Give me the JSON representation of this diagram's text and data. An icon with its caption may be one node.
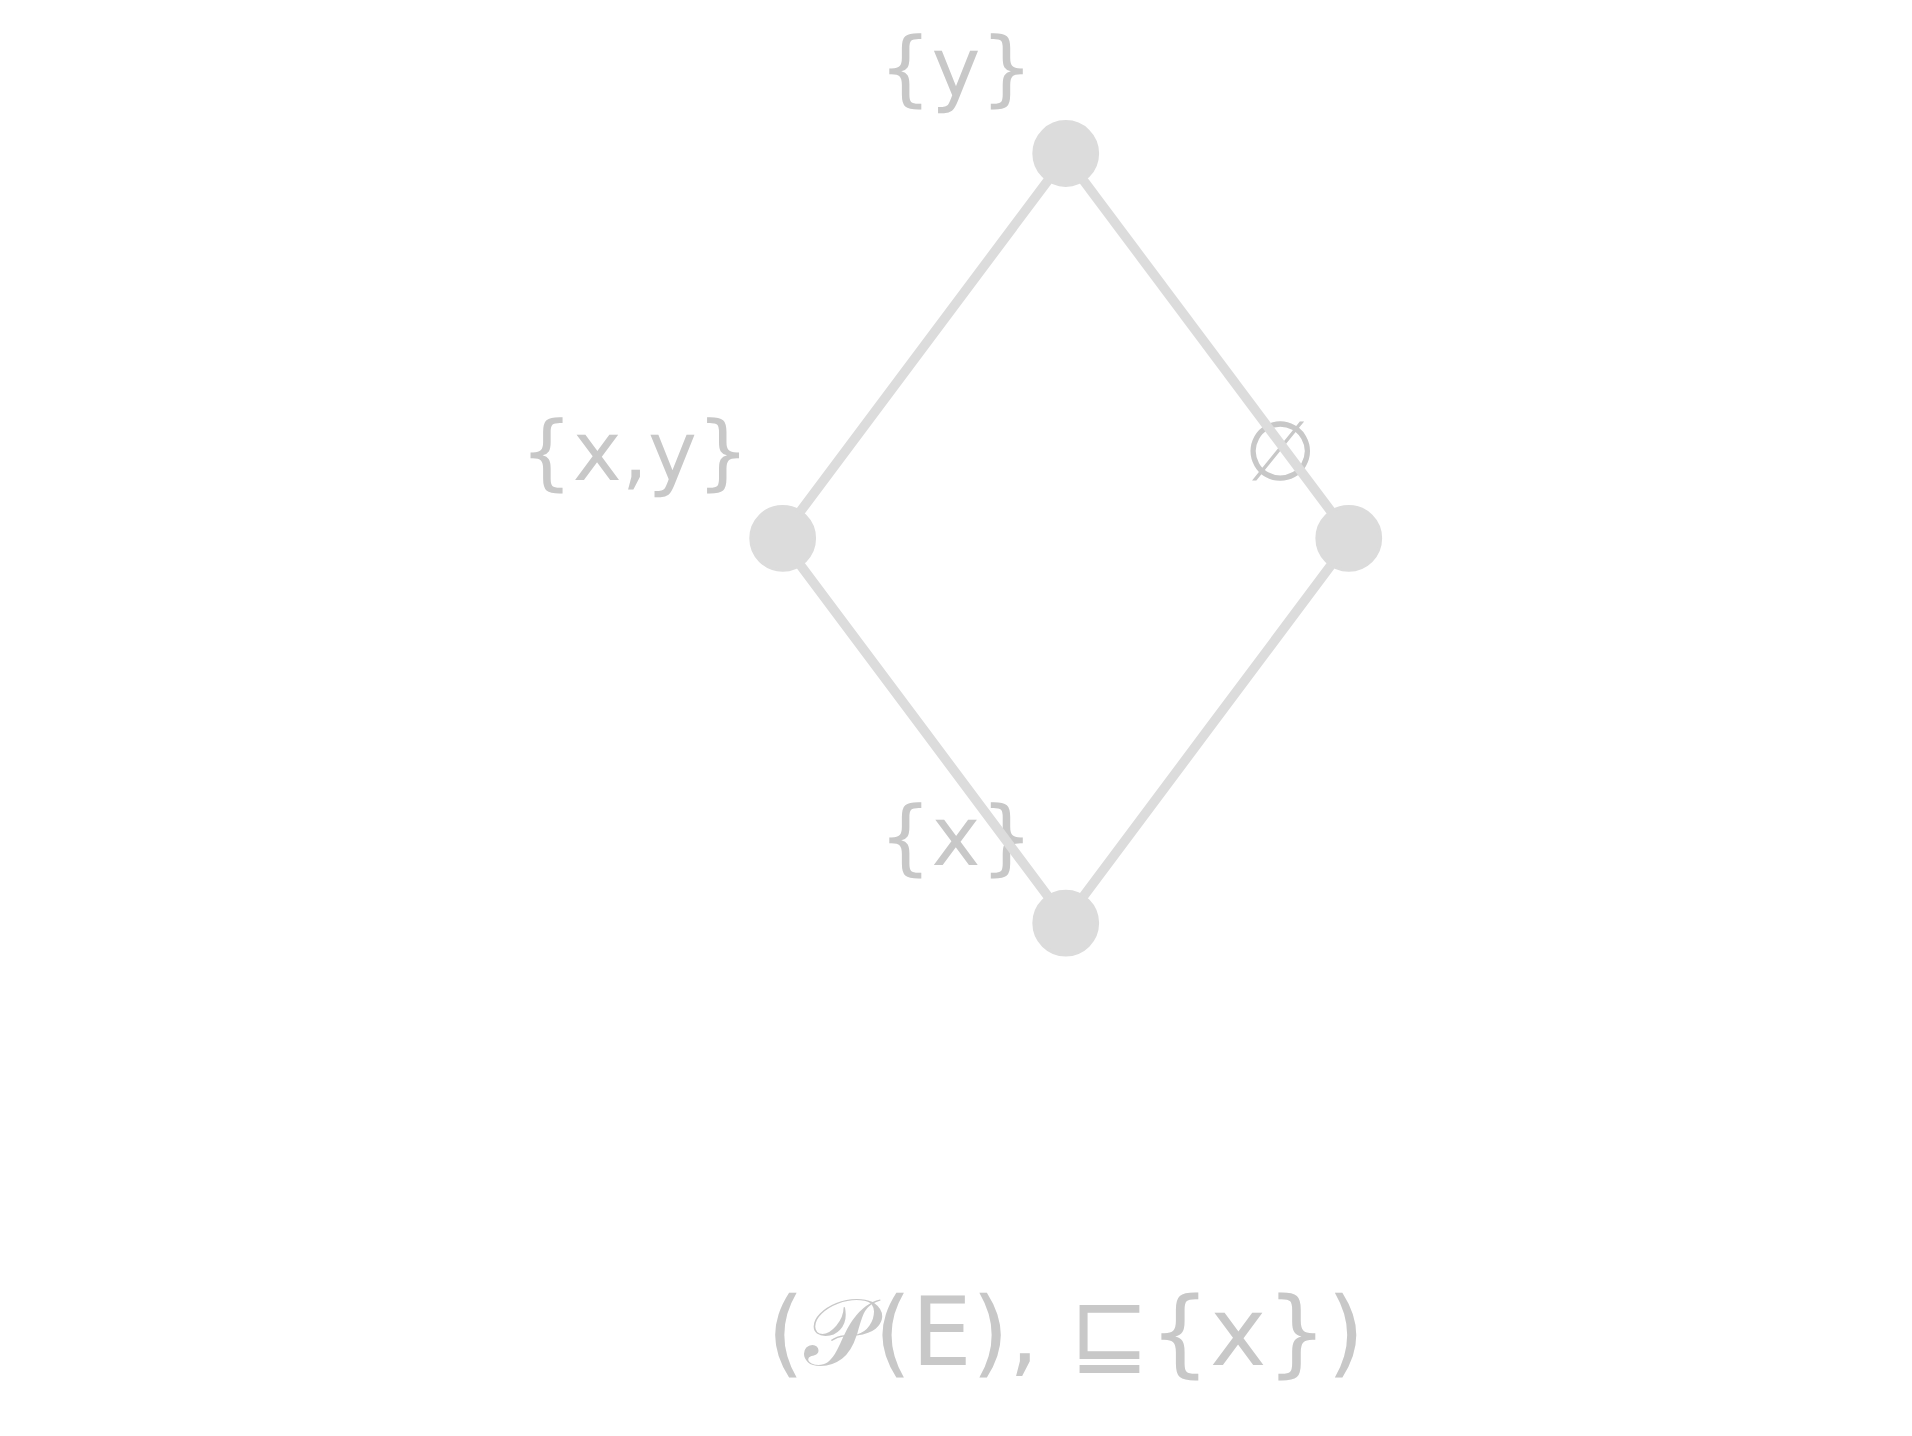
{
  "diagram": {
    "nodes": [
      {
        "text": [],
        "shape": "circle",
        "beside": [
          "{y}"
        ]
      },
      {
        "text": [],
        "shape": "circle",
        "beside": [
          "{x,y}"
        ]
      },
      {
        "text": [],
        "shape": "circle",
        "beside": [
          "∅"
        ]
      },
      {
        "text": [],
        "shape": "circle",
        "beside": [
          "{x}"
        ]
      }
    ],
    "edges": [
      {
        "from": 0,
        "to": 1,
        "arrow": "none"
      },
      {
        "from": 0,
        "to": 2,
        "arrow": "none"
      },
      {
        "from": 1,
        "to": 3,
        "arrow": "none"
      },
      {
        "from": 2,
        "to": 3,
        "arrow": "none"
      }
    ],
    "labels": [
      "(𝒫(E), ⊑{x})"
    ]
  }
}
